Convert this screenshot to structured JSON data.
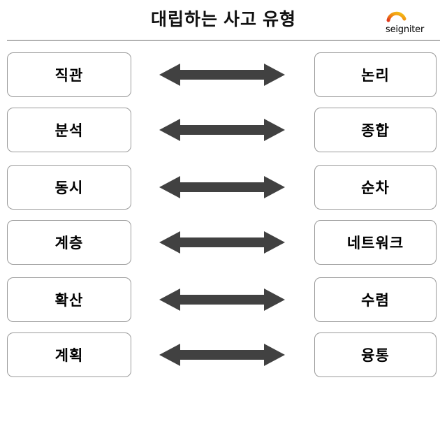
{
  "header": {
    "title": "대립하는 사고 유형",
    "logo": {
      "wordmark": "seigniter",
      "arc_icon": "arc-icon",
      "colors": {
        "arc_start": "#e03a1e",
        "arc_mid": "#f08a12",
        "arc_end": "#f5c518",
        "wordmark": "#4a4a4a"
      }
    },
    "rule_color": "#6b6b6b"
  },
  "style": {
    "box_border": "#9a9a9a",
    "box_fill": "#ffffff",
    "text_color": "#000000",
    "arrow_color": "#414141"
  },
  "groups": [
    {
      "rows": [
        {
          "left": "직관",
          "arrow": "double-arrow-icon",
          "right": "논리"
        },
        {
          "left": "분석",
          "arrow": "double-arrow-icon",
          "right": "종합"
        }
      ]
    },
    {
      "rows": [
        {
          "left": "동시",
          "arrow": "double-arrow-icon",
          "right": "순차"
        },
        {
          "left": "계층",
          "arrow": "double-arrow-icon",
          "right": "네트워크"
        }
      ]
    },
    {
      "rows": [
        {
          "left": "확산",
          "arrow": "double-arrow-icon",
          "right": "수렴"
        },
        {
          "left": "계획",
          "arrow": "double-arrow-icon",
          "right": "융통"
        }
      ]
    }
  ]
}
